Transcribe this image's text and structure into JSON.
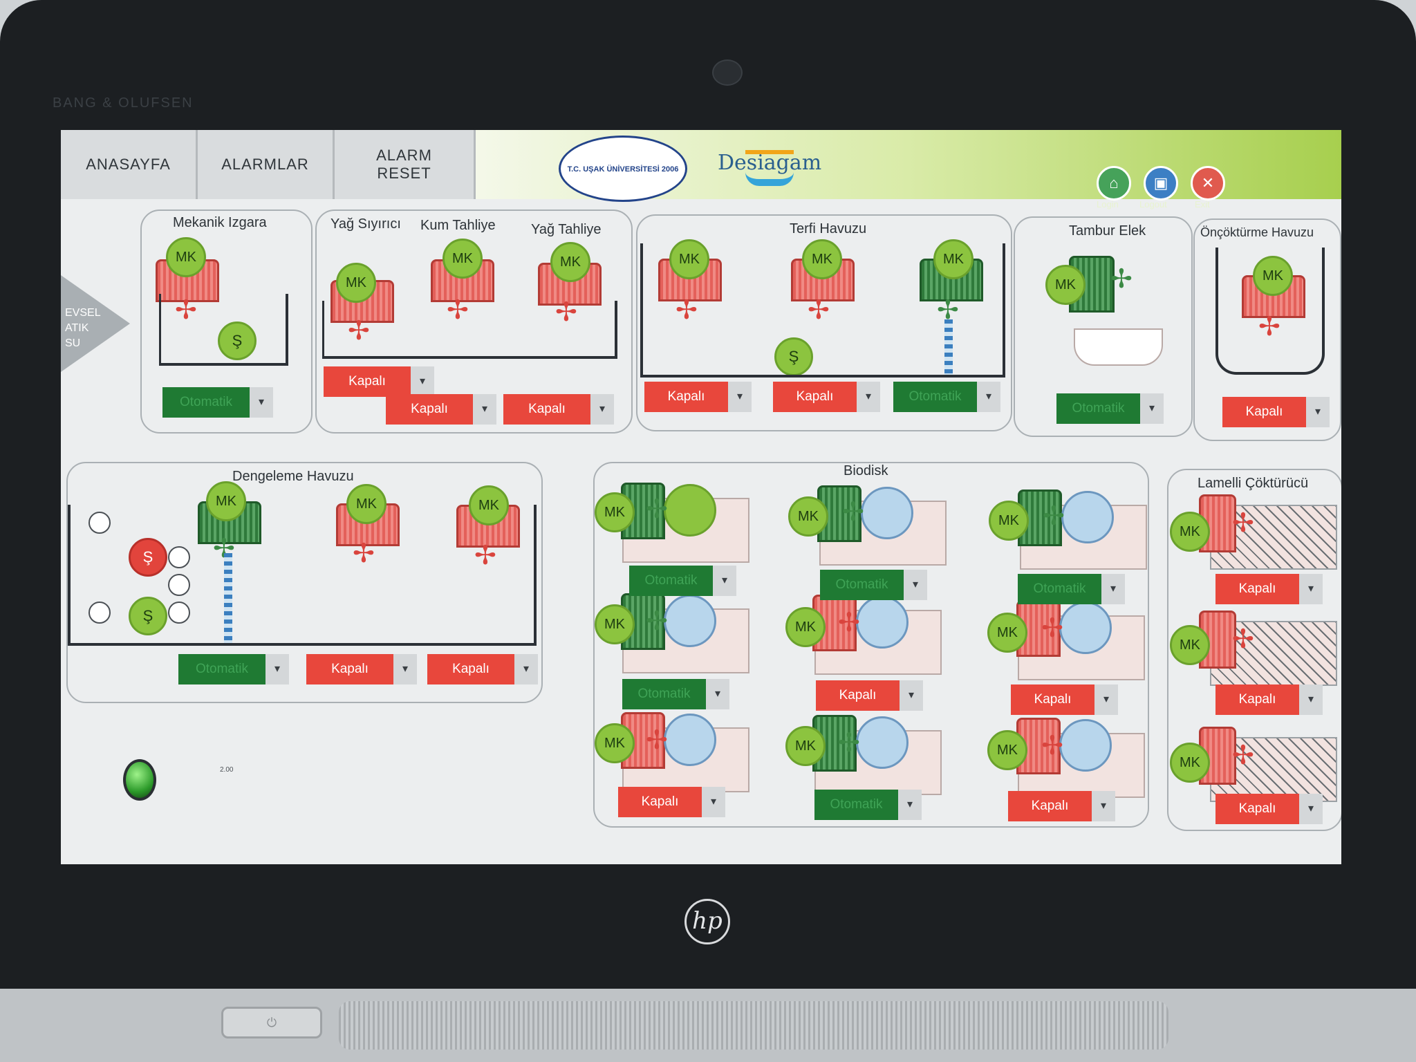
{
  "laptop": {
    "brand": "BANG & OLUFSEN",
    "logo": "hp"
  },
  "nav": {
    "home": "ANASAYFA",
    "alarms": "ALARMLAR",
    "alarm_reset": "ALARM RESET"
  },
  "banner": {
    "seal_text": "T.C. UŞAK ÜNİVERSİTESİ 2006",
    "brand": "Desiagam",
    "login": "Login",
    "logout": "Logout",
    "exit": "Exit",
    "icons": [
      "lock-open-icon",
      "lock-icon",
      "close-icon"
    ]
  },
  "inlet": {
    "label": "EVSEL ATIK SU"
  },
  "labels": {
    "mk": "MK",
    "switch": "Ş"
  },
  "panels": {
    "mekanik_izgara": {
      "title": "Mekanik Izgara",
      "mode": "Otomatik"
    },
    "yag_sivirici": {
      "title": "Yağ Sıyırıcı",
      "mode": "Kapalı"
    },
    "kum_tahliye": {
      "title": "Kum Tahliye",
      "mode": "Kapalı"
    },
    "yag_tahliye": {
      "title": "Yağ Tahliye",
      "mode": "Kapalı"
    },
    "terfi_havuzu": {
      "title": "Terfi Havuzu",
      "modes": [
        "Kapalı",
        "Kapalı",
        "Otomatik"
      ]
    },
    "tambur_elek": {
      "title": "Tambur Elek",
      "mode": "Otomatik"
    },
    "oncokturme": {
      "title": "Önçöktürme Havuzu",
      "mode": "Kapalı"
    },
    "dengeleme": {
      "title": "Dengeleme Havuzu",
      "modes": [
        "Otomatik",
        "Kapalı",
        "Kapalı"
      ]
    },
    "biodisk": {
      "title": "Biodisk",
      "modes": [
        "Otomatik",
        "Otomatik",
        "Otomatik",
        "Otomatik",
        "Kapalı",
        "Kapalı",
        "Kapalı",
        "Otomatik",
        "Kapalı"
      ]
    },
    "lamelli": {
      "title": "Lamelli Çöktürücü",
      "modes": [
        "Kapalı",
        "Kapalı",
        "Kapalı"
      ]
    }
  },
  "footer": {
    "value": "2.00"
  },
  "colors": {
    "closed": "#e8473c",
    "auto": "#1f7a33",
    "mk": "#8cc43f"
  }
}
